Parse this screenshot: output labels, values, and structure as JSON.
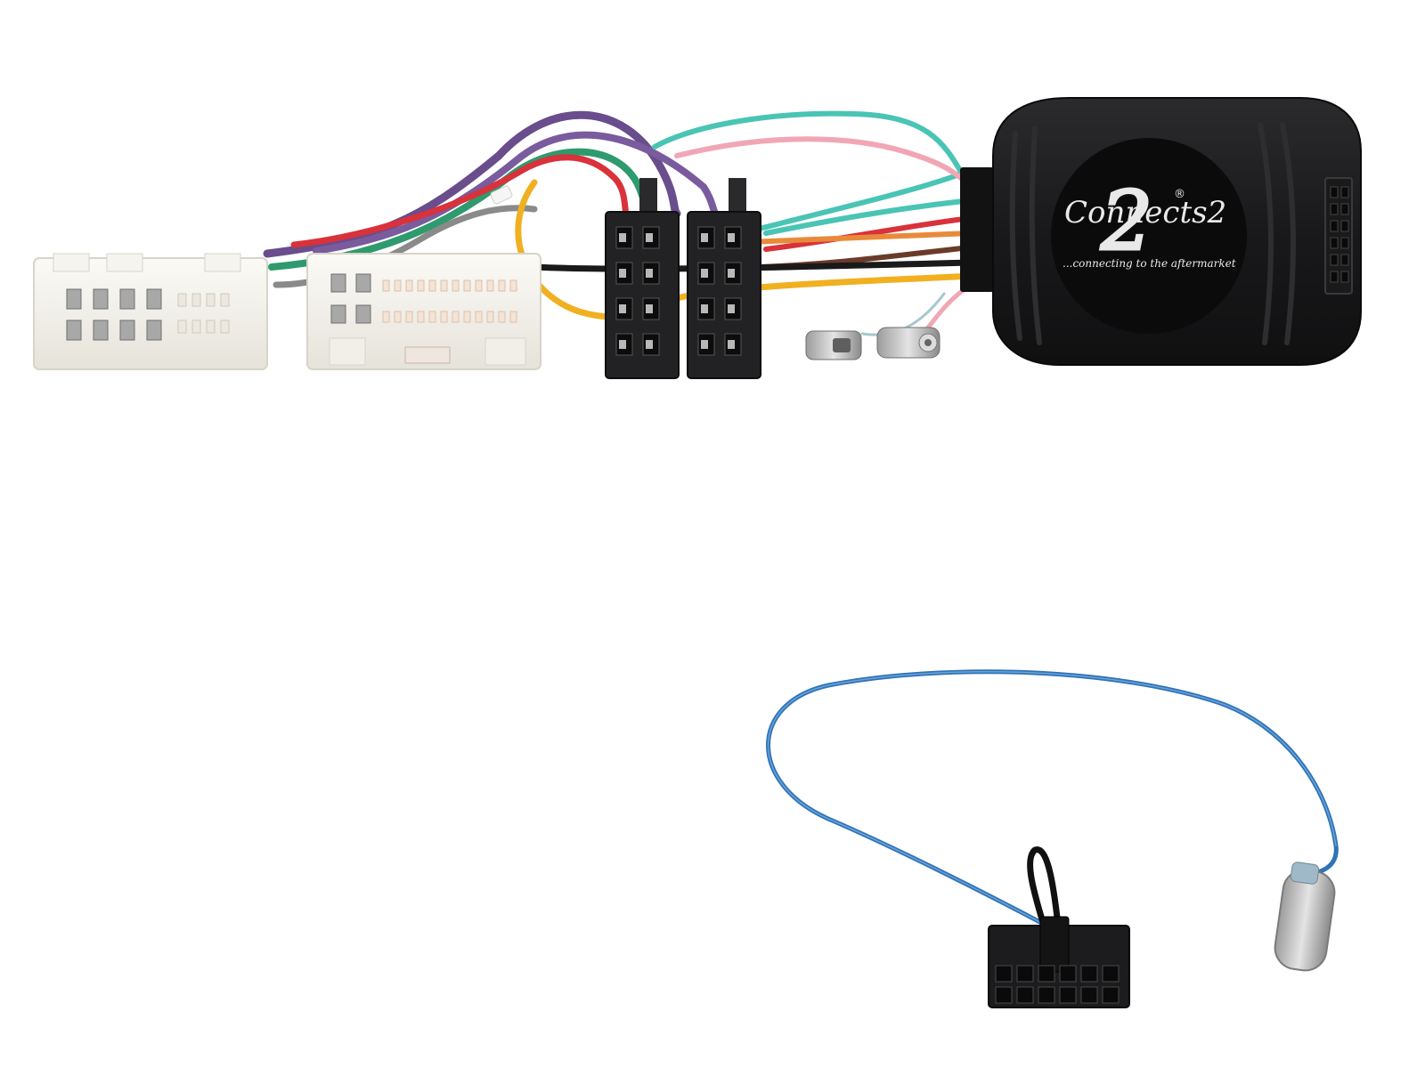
{
  "product": {
    "brand_logo": "Connects2",
    "brand_two": "2",
    "registered_mark": "®",
    "tagline": "...connecting to the aftermarket"
  },
  "colors": {
    "background": "#ffffff",
    "module_body": "#1c1c1e",
    "white_connector": "#f3f1ea",
    "black_connector": "#222224",
    "blue_lead": "#2f73b8",
    "wire_purple": "#6a4d8c",
    "wire_green": "#2f9a6d",
    "wire_teal": "#49c4b5",
    "wire_red": "#d8323a",
    "wire_yellow": "#f0b020",
    "wire_pink": "#f1a6b6",
    "wire_orange": "#e98a3a",
    "wire_brown": "#6b3b2a",
    "wire_black": "#1a1a1a",
    "wire_grey": "#8a8a8a"
  },
  "parts": [
    "white-vehicle-connector-left",
    "white-vehicle-connector-right",
    "black-iso-connector-pair",
    "antenna-adaptor-plugs",
    "interface-module",
    "patch-lead-blue",
    "molex-12pin-connector",
    "antenna-plug-female"
  ]
}
